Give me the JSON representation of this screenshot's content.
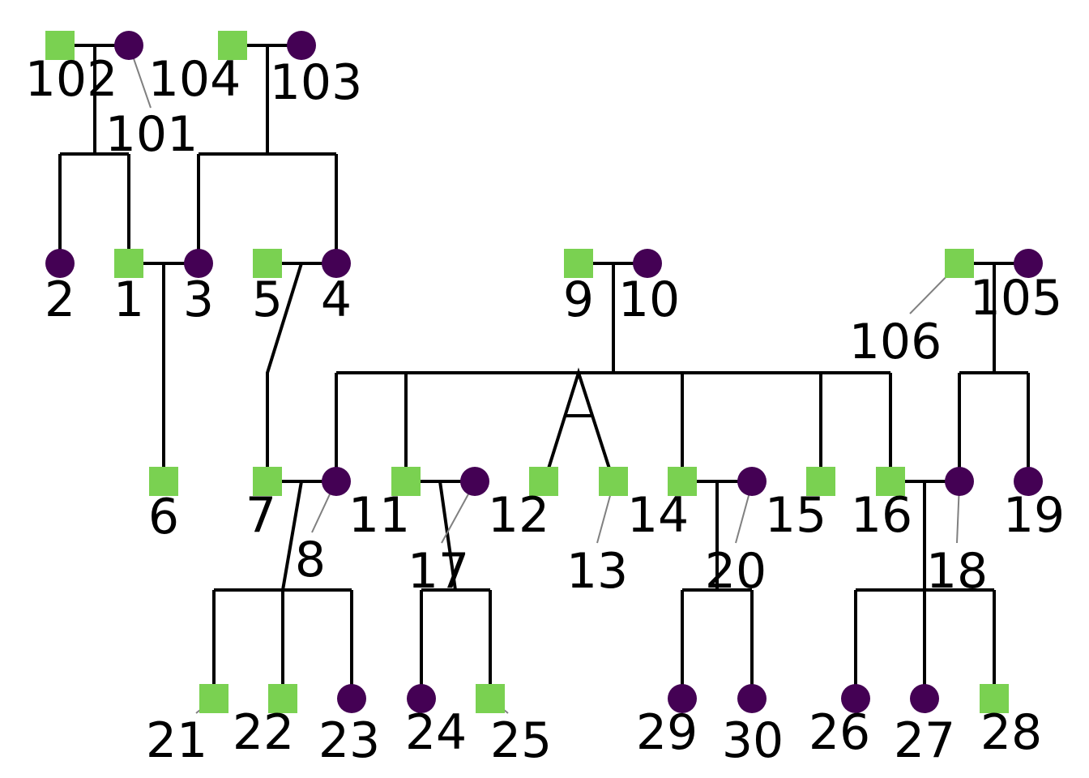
{
  "title": "Pedigree chart",
  "colors": {
    "male": "#7ad151",
    "female": "#440154",
    "line": "#000000",
    "leader": "#808080"
  },
  "individuals": [
    {
      "id": "102",
      "sex": "male"
    },
    {
      "id": "101",
      "sex": "female"
    },
    {
      "id": "104",
      "sex": "male"
    },
    {
      "id": "103",
      "sex": "female"
    },
    {
      "id": "2",
      "sex": "female"
    },
    {
      "id": "1",
      "sex": "male"
    },
    {
      "id": "3",
      "sex": "female"
    },
    {
      "id": "5",
      "sex": "male"
    },
    {
      "id": "4",
      "sex": "female"
    },
    {
      "id": "9",
      "sex": "male"
    },
    {
      "id": "10",
      "sex": "female"
    },
    {
      "id": "106",
      "sex": "male"
    },
    {
      "id": "105",
      "sex": "female"
    },
    {
      "id": "6",
      "sex": "male"
    },
    {
      "id": "7",
      "sex": "male"
    },
    {
      "id": "8",
      "sex": "female"
    },
    {
      "id": "11",
      "sex": "male"
    },
    {
      "id": "17",
      "sex": "female"
    },
    {
      "id": "12",
      "sex": "male"
    },
    {
      "id": "13",
      "sex": "male"
    },
    {
      "id": "14",
      "sex": "male"
    },
    {
      "id": "20",
      "sex": "female"
    },
    {
      "id": "15",
      "sex": "male"
    },
    {
      "id": "16",
      "sex": "male"
    },
    {
      "id": "18",
      "sex": "female"
    },
    {
      "id": "19",
      "sex": "female"
    },
    {
      "id": "21",
      "sex": "male"
    },
    {
      "id": "22",
      "sex": "male"
    },
    {
      "id": "23",
      "sex": "female"
    },
    {
      "id": "24",
      "sex": "female"
    },
    {
      "id": "25",
      "sex": "male"
    },
    {
      "id": "29",
      "sex": "female"
    },
    {
      "id": "30",
      "sex": "female"
    },
    {
      "id": "26",
      "sex": "female"
    },
    {
      "id": "27",
      "sex": "female"
    },
    {
      "id": "28",
      "sex": "male"
    }
  ]
}
